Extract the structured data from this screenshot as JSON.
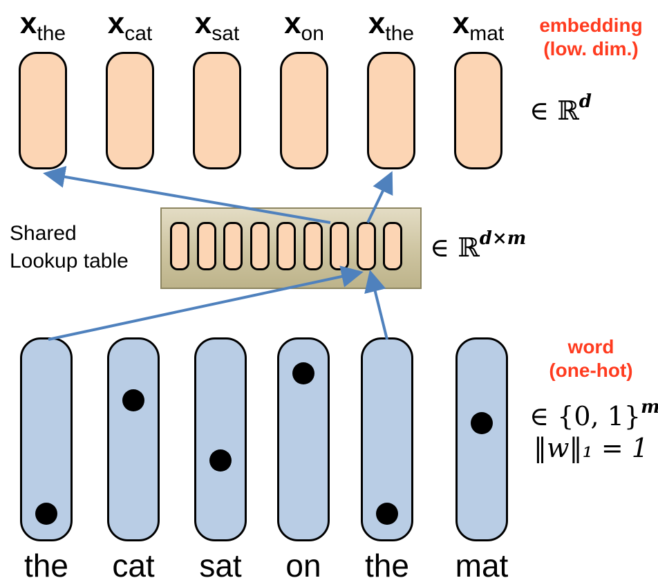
{
  "embeddings": {
    "vector_symbol": "x",
    "subscripts": [
      "the",
      "cat",
      "sat",
      "on",
      "the",
      "mat"
    ],
    "note_line1": "embedding",
    "note_line2": "(low. dim.)",
    "space_prefix": "∈ ℝ",
    "space_exponent": "d"
  },
  "lookup": {
    "label_line1": "Shared",
    "label_line2": "Lookup table",
    "cell_count": 9,
    "space_prefix": "∈ ℝ",
    "space_exponent": "d×m"
  },
  "words": {
    "labels": [
      "the",
      "cat",
      "sat",
      "on",
      "the",
      "mat"
    ],
    "one_hot_rows": [
      0.92,
      0.28,
      0.62,
      0.13,
      0.92,
      0.41
    ],
    "note_line1": "word",
    "note_line2": "(one-hot)",
    "space_prefix": "∈ {0, 1}",
    "space_exponent": "m",
    "space_suffix": ",",
    "norm_constraint": "‖w‖₁ = 1"
  },
  "colors": {
    "embedding_fill": "#fcd5b4",
    "word_fill": "#b9cde5",
    "arrow": "#4f81bd",
    "note_red": "#ff3b1f"
  }
}
